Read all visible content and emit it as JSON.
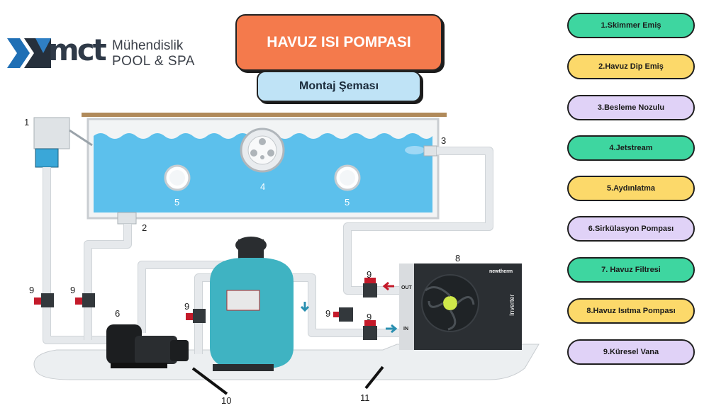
{
  "brand": {
    "name": "mct",
    "line1": "Mühendislik",
    "line2": "POOL & SPA"
  },
  "title": "HAVUZ ISI POMPASI",
  "subtitle": "Montaj Şeması",
  "colors": {
    "title_bg": "#f47a4c",
    "subtitle_bg": "#bfe3f6",
    "water": "#5cc0ec",
    "pipe": "#e6e9ec",
    "filter_tank": "#3fb3c2",
    "heat_pump": "#2b2f33",
    "valve": "#c41a2a"
  },
  "legend": [
    {
      "text": "1.Skimmer Emiş",
      "color": "#3ed6a0"
    },
    {
      "text": "2.Havuz Dip Emiş",
      "color": "#fcd96a"
    },
    {
      "text": "3.Besleme Nozulu",
      "color": "#e0d2f7"
    },
    {
      "text": "4.Jetstream",
      "color": "#3ed6a0"
    },
    {
      "text": "5.Aydınlatma",
      "color": "#fcd96a"
    },
    {
      "text": "6.Sirkülasyon Pompası",
      "color": "#e0d2f7"
    },
    {
      "text": "7. Havuz Filtresi",
      "color": "#3ed6a0"
    },
    {
      "text": "8.Havuz Isıtma Pompası",
      "color": "#fcd96a"
    },
    {
      "text": "9.Küresel Vana",
      "color": "#e0d2f7"
    }
  ],
  "diagram_labels": {
    "n1": "1",
    "n2": "2",
    "n3": "3",
    "n4": "4",
    "n5a": "5",
    "n5b": "5",
    "n6": "6",
    "n8": "8",
    "n9a": "9",
    "n9b": "9",
    "n9c": "9",
    "n9d": "9",
    "n9e": "9",
    "n9f": "9",
    "n10": "10",
    "n11": "11"
  },
  "heat_pump": {
    "brand": "newtherm",
    "side_text": "Inverter",
    "out_label": "OUT",
    "in_label": "IN"
  }
}
